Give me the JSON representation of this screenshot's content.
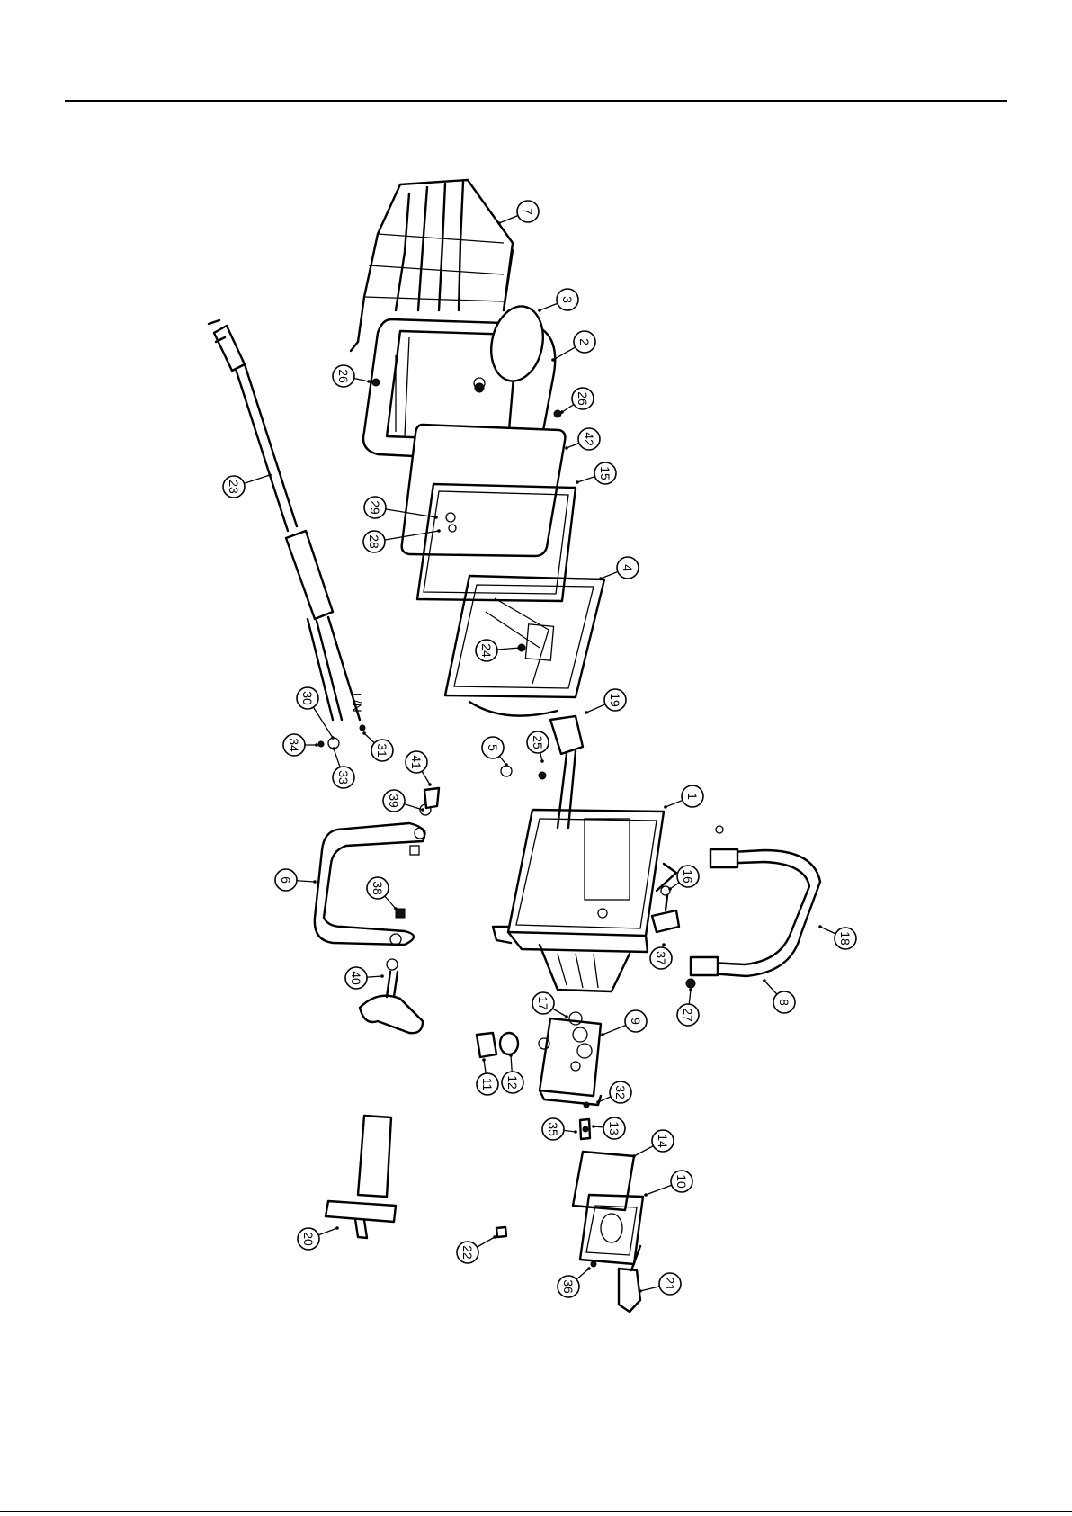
{
  "diagram": {
    "callouts": [
      {
        "label": "7"
      },
      {
        "label": "3"
      },
      {
        "label": "2"
      },
      {
        "label": "26"
      },
      {
        "label": "26"
      },
      {
        "label": "42"
      },
      {
        "label": "15"
      },
      {
        "label": "29"
      },
      {
        "label": "28"
      },
      {
        "label": "23"
      },
      {
        "label": "4"
      },
      {
        "label": "24"
      },
      {
        "label": "19"
      },
      {
        "label": "30"
      },
      {
        "label": "34"
      },
      {
        "label": "31"
      },
      {
        "label": "33"
      },
      {
        "label": "5"
      },
      {
        "label": "25"
      },
      {
        "label": "41"
      },
      {
        "label": "39"
      },
      {
        "label": "1"
      },
      {
        "label": "6"
      },
      {
        "label": "38"
      },
      {
        "label": "16"
      },
      {
        "label": "18"
      },
      {
        "label": "37"
      },
      {
        "label": "40"
      },
      {
        "label": "17"
      },
      {
        "label": "9"
      },
      {
        "label": "27"
      },
      {
        "label": "8"
      },
      {
        "label": "11"
      },
      {
        "label": "12"
      },
      {
        "label": "32"
      },
      {
        "label": "35"
      },
      {
        "label": "13"
      },
      {
        "label": "14"
      },
      {
        "label": "10"
      },
      {
        "label": "20"
      },
      {
        "label": "22"
      },
      {
        "label": "36"
      },
      {
        "label": "21"
      }
    ],
    "cord_marking": "L/N"
  }
}
